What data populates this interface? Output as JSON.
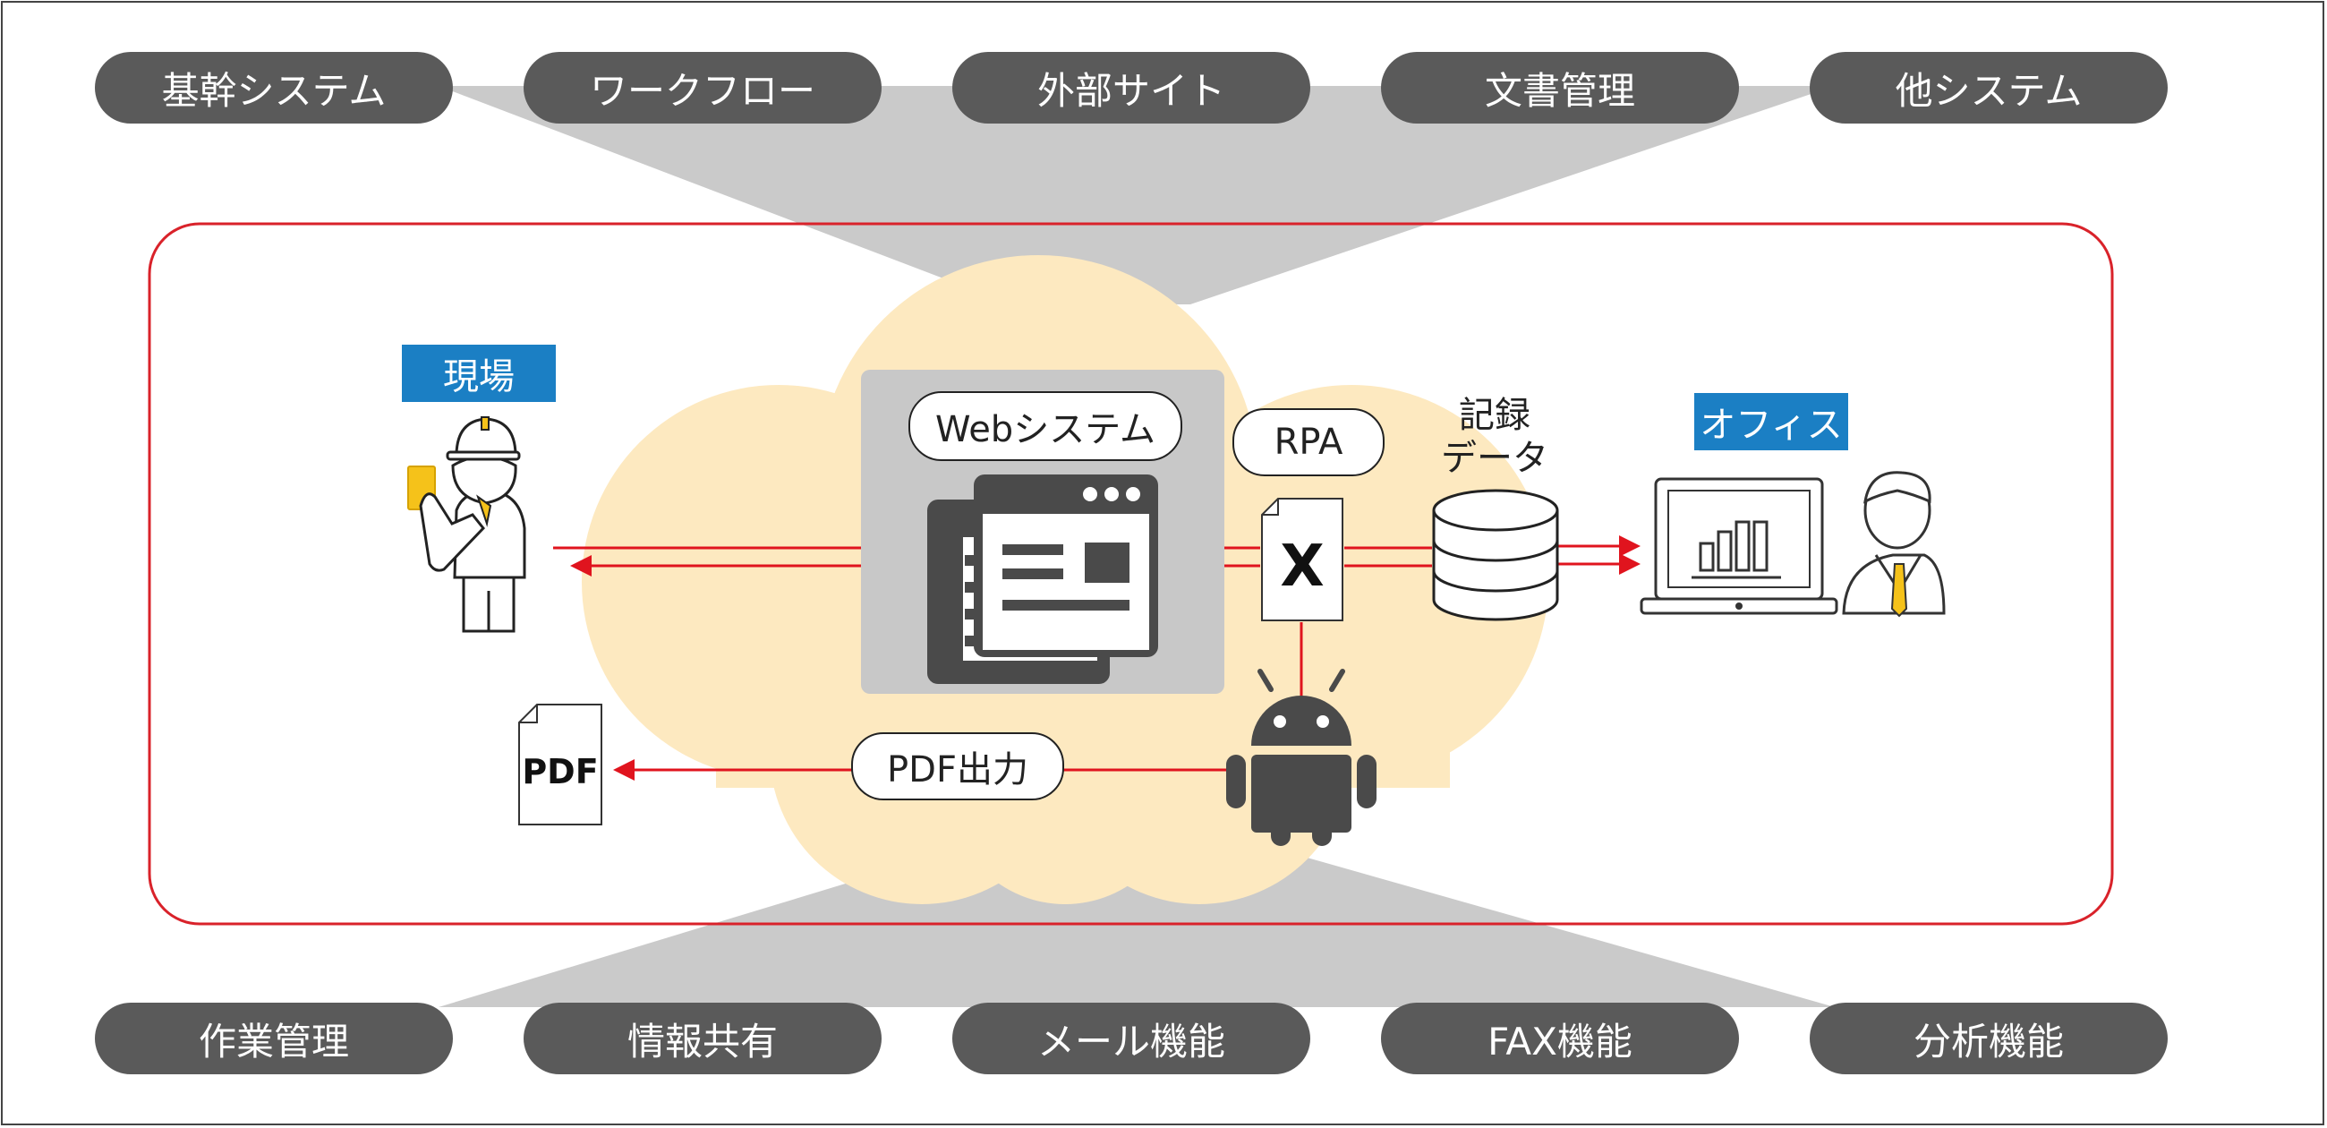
{
  "top_systems": [
    "基幹システム",
    "ワークフロー",
    "外部サイト",
    "文書管理",
    "他システム"
  ],
  "bottom_functions": [
    "作業管理",
    "情報共有",
    "メール機能",
    "FAX機能",
    "分析機能"
  ],
  "labels": {
    "site": "現場",
    "office": "オフィス",
    "web_system": "Webシステム",
    "rpa": "RPA",
    "record_data_line1": "記録",
    "record_data_line2": "データ",
    "pdf_output": "PDF出力",
    "pdf_file": "PDF",
    "excel_file": "X"
  },
  "colors": {
    "pill": "#5a5a5a",
    "funnel": "#cacaca",
    "cloud": "#fde9c0",
    "border_red": "#d9222a",
    "arrow_red": "#e0141e",
    "tag_blue": "#1b7fc4",
    "panel": "#c8c8c8",
    "icon_dark": "#4a4a4a",
    "tie_yellow": "#f5c21a"
  },
  "icons": [
    "worker-icon",
    "businessman-icon",
    "laptop-chart-icon",
    "database-icon",
    "excel-file-icon",
    "pdf-file-icon",
    "android-robot-icon",
    "browser-windows-icon"
  ]
}
